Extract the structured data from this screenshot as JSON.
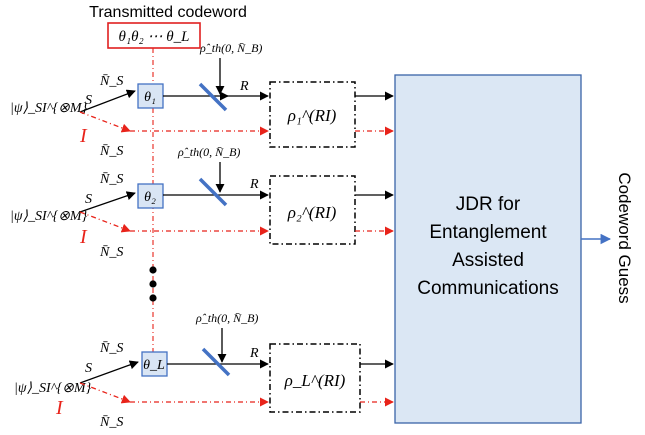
{
  "header": {
    "title": "Transmitted codeword",
    "codeword": "θ₁θ₂ ⋯ θ_L"
  },
  "rows": [
    {
      "input_state": "|ψ⟩_SI^{⊗M}",
      "signal_label": "S",
      "signal_power": "N̄_S",
      "idler_label": "I",
      "idler_power": "N̄_S",
      "phase_label": "θ₁",
      "thermal_label": "ρ̂_th(0, N̄_B)",
      "received_label": "R",
      "state_label": "ρ₁^(RI)"
    },
    {
      "input_state": "|ψ⟩_SI^{⊗M}",
      "signal_label": "S",
      "signal_power": "N̄_S",
      "idler_label": "I",
      "idler_power": "N̄_S",
      "phase_label": "θ₂",
      "thermal_label": "ρ̂_th(0, N̄_B)",
      "received_label": "R",
      "state_label": "ρ₂^(RI)"
    },
    {
      "input_state": "|ψ⟩_SI^{⊗M}",
      "signal_label": "S",
      "signal_power": "N̄_S",
      "idler_label": "I",
      "idler_power": "N̄_S",
      "phase_label": "θ_L",
      "thermal_label": "ρ̂_th(0, N̄_B)",
      "received_label": "R",
      "state_label": "ρ_L^(RI)"
    }
  ],
  "receiver": {
    "line1": "JDR for",
    "line2": "Entanglement",
    "line3": "Assisted",
    "line4": "Communications"
  },
  "output_label": "Codeword Guess",
  "colors": {
    "idler": "#e8231a",
    "phase_box_fill": "#d9e5f4",
    "phase_box_stroke": "#4472c4",
    "splitter": "#4472c4",
    "receiver_fill": "#dbe7f4",
    "receiver_stroke": "#3a63a8",
    "codeword_box_stroke": "#e02020"
  }
}
